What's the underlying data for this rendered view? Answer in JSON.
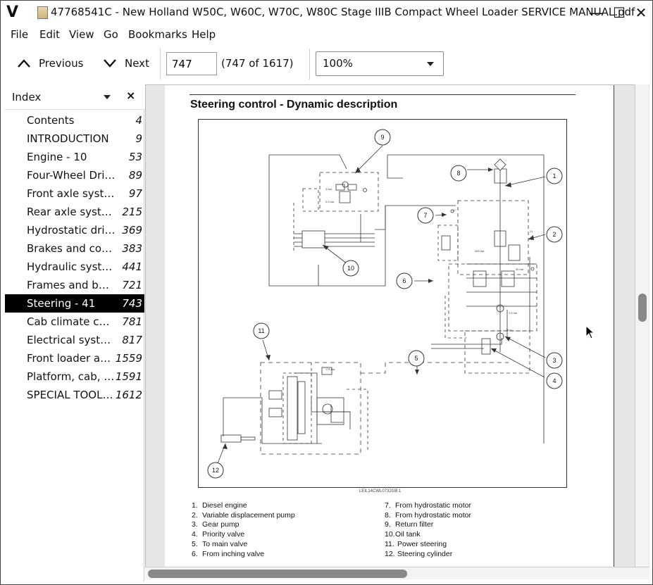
{
  "titlebar": {
    "app_logo": "V",
    "title": "47768541C - New Holland W50C, W60C, W70C, W80C Stage IIIB Compact Wheel Loader SERVICE MANUAL.pdf",
    "minimize": "—",
    "maximize": "☐",
    "close": "✕"
  },
  "menu": [
    "File",
    "Edit",
    "View",
    "Go",
    "Bookmarks",
    "Help"
  ],
  "toolbar": {
    "previous_label": "Previous",
    "next_label": "Next",
    "page_value": "747",
    "page_count": "(747 of 1617)",
    "zoom_value": "100%"
  },
  "sidebar": {
    "title": "Index",
    "close": "×",
    "items": [
      {
        "label": "Contents",
        "page": "4"
      },
      {
        "label": "INTRODUCTION",
        "page": "9"
      },
      {
        "label": "Engine - 10",
        "page": "53"
      },
      {
        "label": "Four-Wheel Driv...",
        "page": "89"
      },
      {
        "label": "Front axle system...",
        "page": "97"
      },
      {
        "label": "Rear axle system ...",
        "page": "215"
      },
      {
        "label": "Hydrostatic drive ...",
        "page": "369"
      },
      {
        "label": "Brakes and contr...",
        "page": "383"
      },
      {
        "label": "Hydraulic system...",
        "page": "441"
      },
      {
        "label": "Frames and balla...",
        "page": "721"
      },
      {
        "label": "Steering - 41",
        "page": "743"
      },
      {
        "label": "Cab climate contr...",
        "page": "781"
      },
      {
        "label": "Electrical system...",
        "page": "817"
      },
      {
        "label": "Front loader and ...",
        "page": "1559"
      },
      {
        "label": "Platform, cab, bo...",
        "page": "1591"
      },
      {
        "label": "SPECIAL TOOL I...",
        "page": "1612"
      }
    ],
    "selected_index": 10
  },
  "page": {
    "heading": "Steering control - Dynamic description",
    "figure_id": "LEIL14CWL0732GB    1",
    "callouts": [
      "1",
      "2",
      "3",
      "4",
      "5",
      "6",
      "7",
      "8",
      "9",
      "10",
      "11",
      "12"
    ],
    "legend_left": [
      {
        "num": "1.",
        "text": "Diesel engine"
      },
      {
        "num": "2.",
        "text": "Variable displacement pump"
      },
      {
        "num": "3.",
        "text": "Gear pump"
      },
      {
        "num": "4.",
        "text": "Priority valve"
      },
      {
        "num": "5.",
        "text": "To main valve"
      },
      {
        "num": "6.",
        "text": "From inching valve"
      }
    ],
    "legend_right": [
      {
        "num": "7.",
        "text": "From hydrostatic motor"
      },
      {
        "num": "8.",
        "text": "From hydrostatic motor"
      },
      {
        "num": "9.",
        "text": "Return filter"
      },
      {
        "num": "10.",
        "text": "Oil tank"
      },
      {
        "num": "11.",
        "text": "Power steering"
      },
      {
        "num": "12.",
        "text": "Steering cylinder"
      }
    ]
  }
}
